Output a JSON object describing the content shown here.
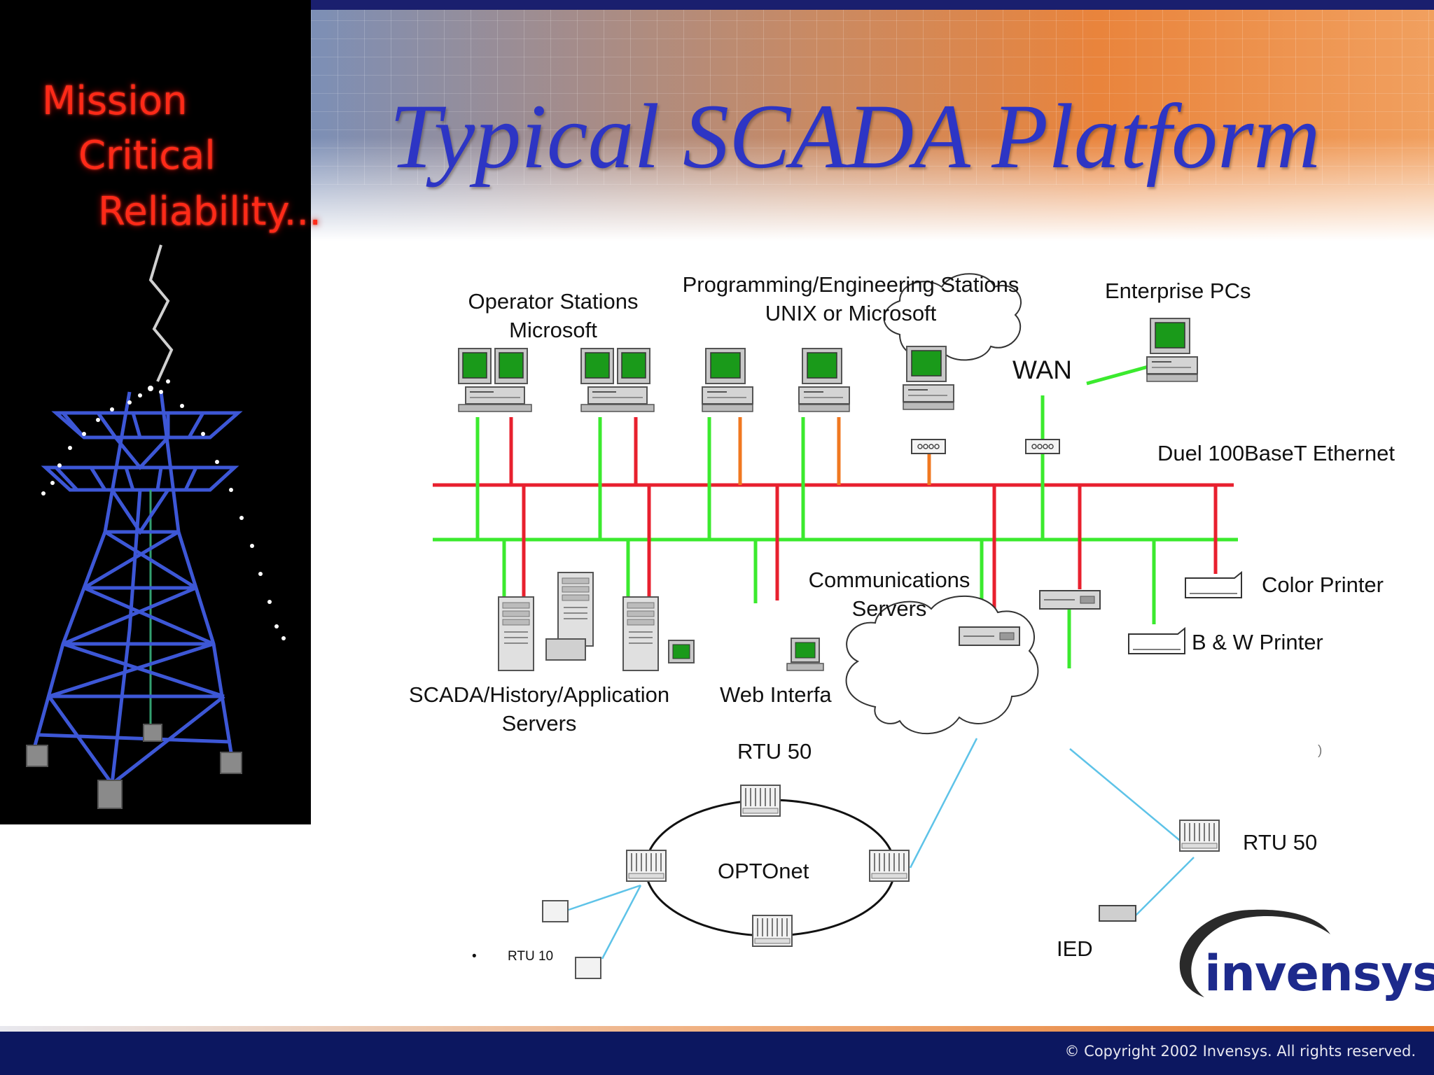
{
  "slide": {
    "title": "Typical SCADA Platform",
    "tagline": [
      "Mission",
      "Critical",
      "Reliability..."
    ],
    "copyright": "© Copyright 2002 Invensys. All rights reserved.",
    "logo_text": "invensys"
  },
  "labels": {
    "operator_stations": [
      "Operator Stations",
      "Microsoft"
    ],
    "programming_stations": [
      "Programming/Engineering Stations",
      "UNIX or Microsoft"
    ],
    "enterprise_pcs": "Enterprise PCs",
    "wan": "WAN",
    "ethernet": "Duel 100BaseT Ethernet",
    "communications_servers": [
      "Communications",
      "Servers"
    ],
    "color_printer": "Color Printer",
    "bw_printer": "B & W Printer",
    "scada_servers": [
      "SCADA/History/Application",
      "Servers"
    ],
    "web_interface": "Web Interfa",
    "rtu50_top": "RTU 50",
    "optonet": "OPTOnet",
    "rtu50_right": "RTU 50",
    "ied": "IED",
    "rtu10": "RTU 10",
    "bullet": "•",
    "stray_paren": ")"
  },
  "colors": {
    "title": "#2d35c4",
    "network_red": "#e8202e",
    "network_green": "#3bea2e",
    "drop_orange": "#f07820",
    "link_blue": "#5ec3e8",
    "screen_green": "#1a9a1a",
    "tagline_red": "#ff2a18",
    "footer_navy": "#0c1760"
  }
}
